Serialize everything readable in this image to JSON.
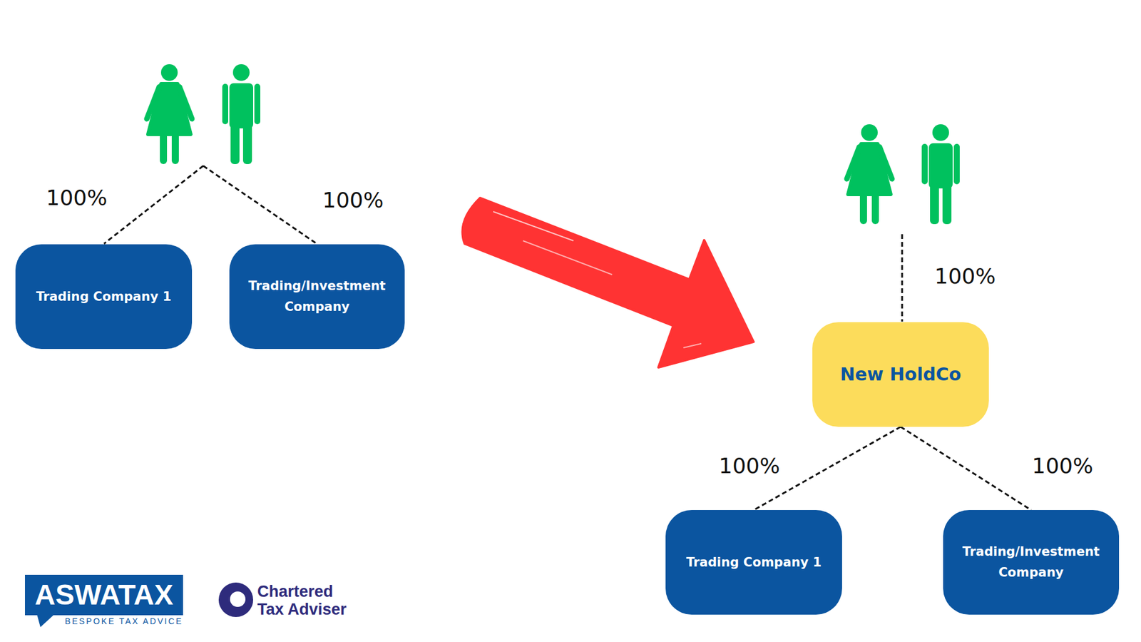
{
  "diagram": {
    "nodes": [
      {
        "text": [
          "Trading Company 1"
        ]
      },
      {
        "text": [
          "Trading/Investment Company"
        ]
      },
      {
        "text": [
          "New HoldCo"
        ]
      },
      {
        "text": [
          "Trading Company 1"
        ]
      },
      {
        "text": [
          "Trading/Investment Company"
        ]
      },
      {
        "text": [
          "ASWATAX",
          "BESPOKE TAX ADVICE"
        ]
      }
    ],
    "edges": [
      {
        "from": 2,
        "to": 3,
        "arrow": "none"
      },
      {
        "from": 2,
        "to": 4,
        "arrow": "none"
      }
    ],
    "labels": [
      "100%",
      "100%",
      "100%",
      "100%",
      "100%",
      "Chartered Tax Adviser"
    ]
  }
}
